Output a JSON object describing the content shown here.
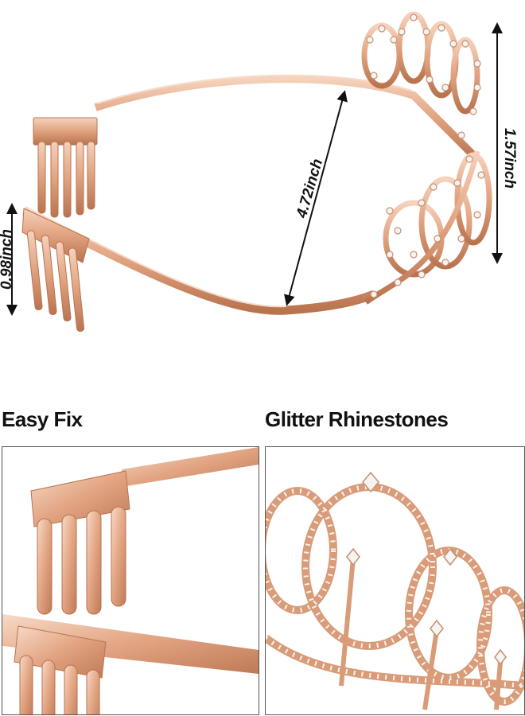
{
  "dimensions": {
    "length": "4.72inch",
    "height": "1.57inch",
    "comb_height": "0.98inch"
  },
  "detail_labels": {
    "left": "Easy Fix",
    "right": "Glitter Rhinestones"
  },
  "colors": {
    "rose_gold": "#e0a27f",
    "rose_gold_dark": "#b9734f",
    "rose_gold_light": "#f6d2bc",
    "rhinestone": "#f4f4f2"
  }
}
